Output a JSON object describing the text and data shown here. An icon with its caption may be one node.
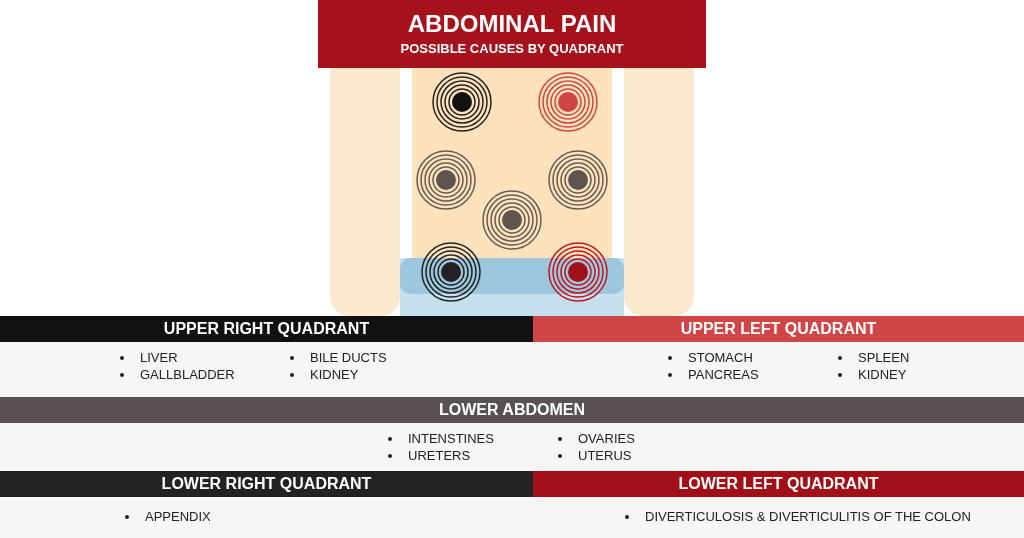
{
  "diagram": {
    "nodes": [
      {
        "text": [
          "ABDOMINAL PAIN",
          "POSSIBLE CAUSES BY QUADRANT"
        ]
      },
      {
        "text": [
          "UPPER RIGHT QUADRANT"
        ]
      },
      {
        "text": [
          "UPPER LEFT QUADRANT"
        ]
      },
      {
        "text": [
          "LOWER ABDOMEN"
        ]
      },
      {
        "text": [
          "LOWER RIGHT QUADRANT"
        ]
      },
      {
        "text": [
          "LOWER LEFT QUADRANT"
        ]
      }
    ],
    "labels": [
      "LIVER",
      "GALLBLADDER",
      "BILE DUCTS",
      "KIDNEY",
      "STOMACH",
      "PANCREAS",
      "SPLEEN",
      "KIDNEY",
      "INTENSTINES",
      "URETERS",
      "OVARIES",
      "UTERUS",
      "APPENDIX",
      "DIVERTICULOSIS & DIVERTICULITIS OF THE COLON"
    ]
  }
}
